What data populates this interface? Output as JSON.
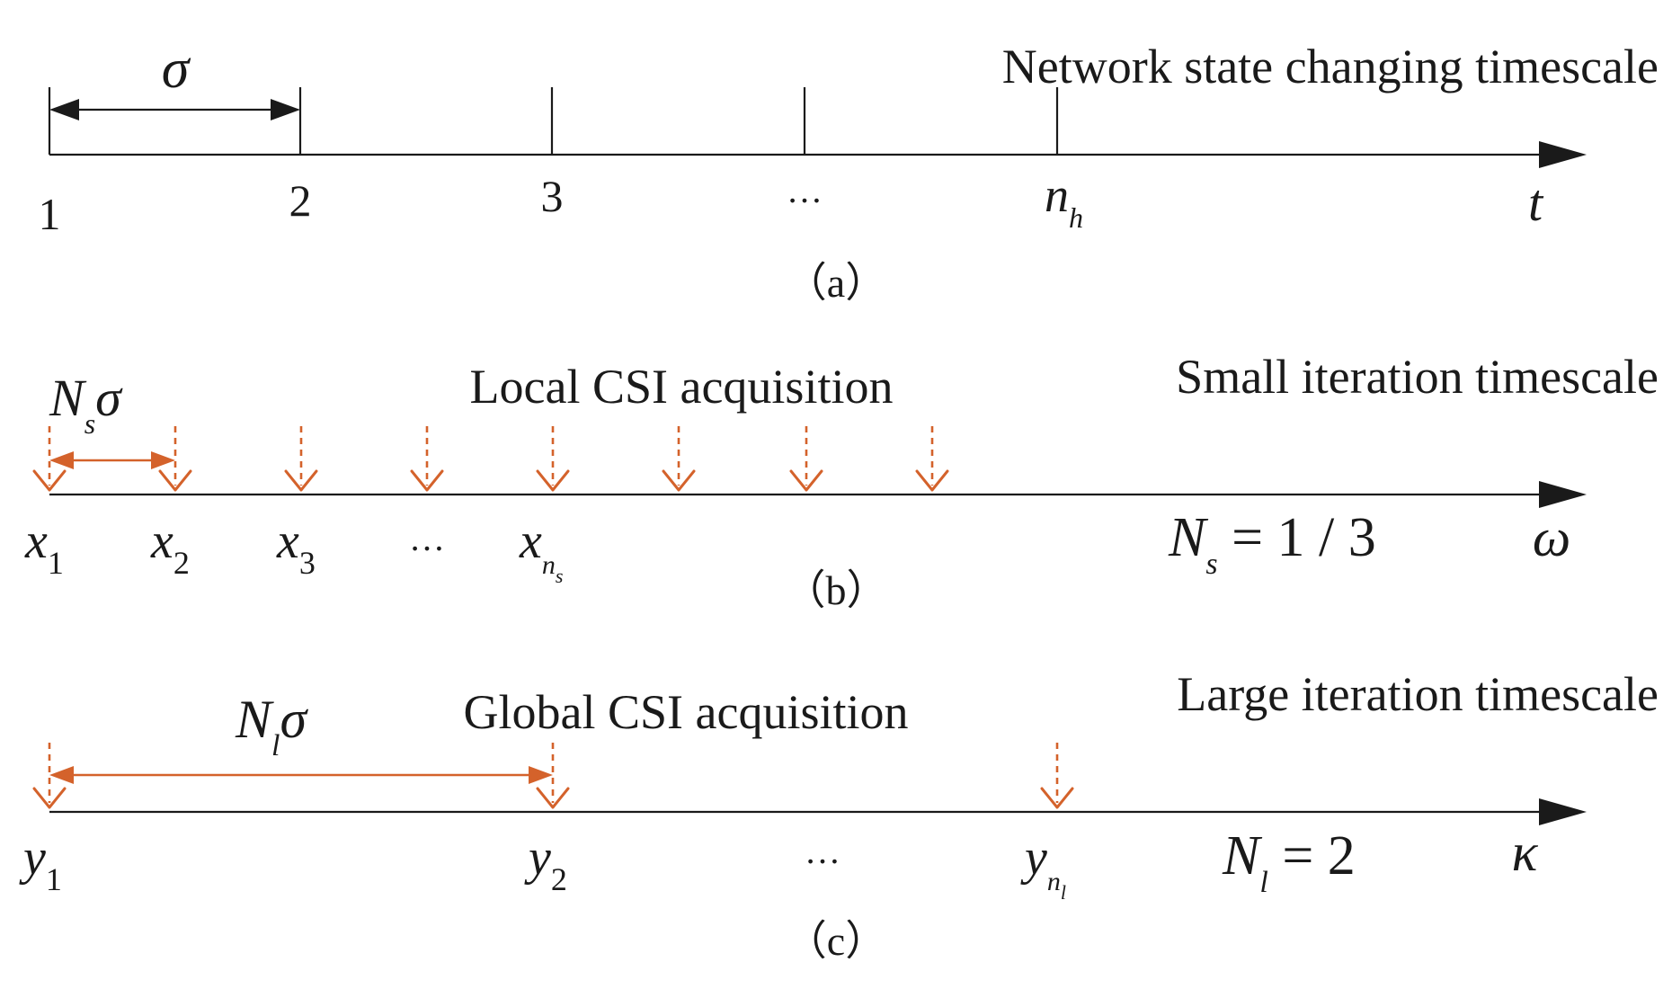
{
  "panel_a": {
    "caption": "（a）",
    "title": "Network state changing timescale",
    "interval_symbol": "σ",
    "tick_labels": [
      "1",
      "2",
      "3",
      "…"
    ],
    "last_tick": {
      "base": "n",
      "sub": "h"
    },
    "axis_symbol": "t"
  },
  "panel_b": {
    "caption": "（b）",
    "title": "Small iteration timescale",
    "annotation": "Local CSI acquisition",
    "interval": {
      "base": "N",
      "sub": "s",
      "tail": "σ"
    },
    "ticks": [
      {
        "base": "x",
        "sub": "1"
      },
      {
        "base": "x",
        "sub": "2"
      },
      {
        "base": "x",
        "sub": "3"
      },
      {
        "plain": "…"
      },
      {
        "base": "x",
        "sub": "n",
        "subsub": "s"
      }
    ],
    "ratio": {
      "base": "N",
      "sub": "s",
      "rest": " = 1 / 3"
    },
    "axis_symbol": "ω",
    "marker_count": 8
  },
  "panel_c": {
    "caption": "（c）",
    "title": "Large iteration timescale",
    "annotation": "Global CSI acquisition",
    "interval": {
      "base": "N",
      "sub": "l",
      "tail": "σ"
    },
    "ticks": [
      {
        "base": "y",
        "sub": "1"
      },
      {
        "base": "y",
        "sub": "2"
      },
      {
        "plain": "…"
      },
      {
        "base": "y",
        "sub": "n",
        "subsub": "l"
      }
    ],
    "ratio": {
      "base": "N",
      "sub": "l",
      "rest": " = 2"
    },
    "axis_symbol": "κ",
    "marker_count": 3
  },
  "colors": {
    "marker": "#d4622b",
    "axis": "#1a1a1a"
  }
}
